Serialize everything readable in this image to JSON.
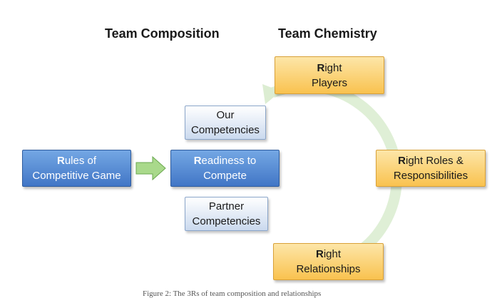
{
  "headings": {
    "composition": "Team Composition",
    "chemistry": "Team Chemistry"
  },
  "boxes": {
    "rules": {
      "first_letter": "R",
      "line1_rest": "ules of",
      "line2": "Competitive Game"
    },
    "readiness": {
      "first_letter": "R",
      "line1_rest": "eadiness to",
      "line2": "Compete"
    },
    "our_competencies": {
      "line1": "Our",
      "line2": "Competencies"
    },
    "partner_competencies": {
      "line1": "Partner",
      "line2": "Competencies"
    },
    "right_players": {
      "first_letter": "R",
      "line1_rest": "ight",
      "line2": "Players"
    },
    "right_roles": {
      "first_letter": "R",
      "line1_rest": "ight Roles &",
      "line2": "Responsibilities"
    },
    "right_relationships": {
      "first_letter": "R",
      "line1_rest": "ight",
      "line2": "Relationships"
    }
  },
  "caption": "Figure 2: The 3Rs of team composition and relationships",
  "colors": {
    "gold_fill": "#f9c24f",
    "blue_fill": "#4176c6",
    "light_fill": "#cad9ee",
    "cycle_arrow": "#dcedd2",
    "block_arrow": "#9bd07f"
  }
}
